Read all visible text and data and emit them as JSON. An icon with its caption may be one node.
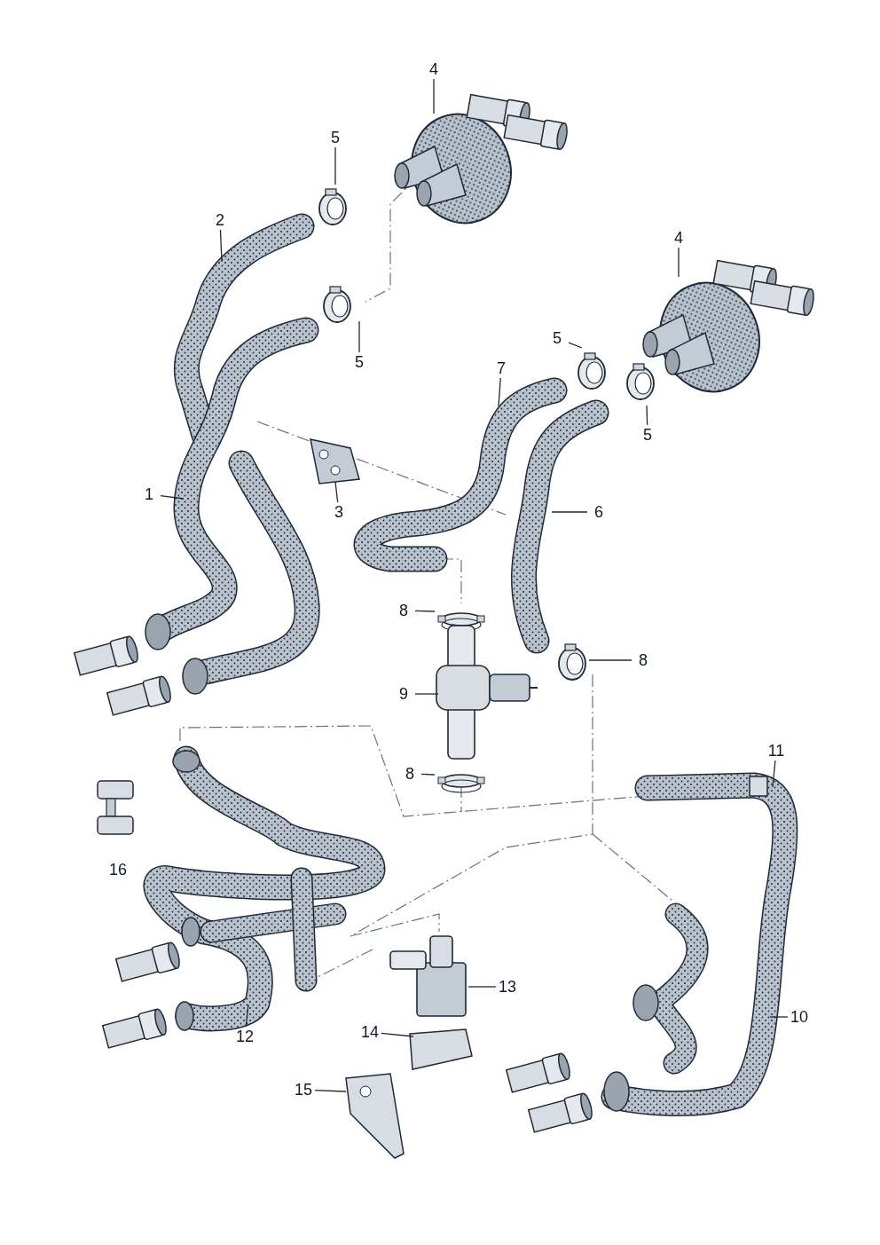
{
  "diagram": {
    "nodes": [
      {
        "text": [
          "4"
        ]
      },
      {
        "text": [
          "5"
        ]
      },
      {
        "text": [
          "2"
        ]
      },
      {
        "text": [
          "5"
        ]
      },
      {
        "text": [
          "4"
        ]
      },
      {
        "text": [
          "5"
        ]
      },
      {
        "text": [
          "7"
        ]
      },
      {
        "text": [
          "5"
        ]
      },
      {
        "text": [
          "1"
        ]
      },
      {
        "text": [
          "3"
        ]
      },
      {
        "text": [
          "6"
        ]
      },
      {
        "text": [
          "8"
        ]
      },
      {
        "text": [
          "8"
        ]
      },
      {
        "text": [
          "9"
        ]
      },
      {
        "text": [
          "8"
        ]
      },
      {
        "text": [
          "11"
        ]
      },
      {
        "text": [
          "13"
        ]
      },
      {
        "text": [
          "12"
        ]
      },
      {
        "text": [
          "10"
        ]
      },
      {
        "text": [
          "14"
        ]
      },
      {
        "text": [
          "15"
        ]
      }
    ],
    "edges": [
      {
        "from": 0,
        "to": null,
        "arrow": "none"
      },
      {
        "from": 1,
        "to": null,
        "arrow": "none"
      },
      {
        "from": 2,
        "to": null,
        "arrow": "none"
      },
      {
        "from": 3,
        "to": null,
        "arrow": "none"
      },
      {
        "from": 4,
        "to": null,
        "arrow": "none"
      },
      {
        "from": 5,
        "to": null,
        "arrow": "none"
      },
      {
        "from": 6,
        "to": null,
        "arrow": "none"
      },
      {
        "from": 7,
        "to": null,
        "arrow": "none"
      },
      {
        "from": 8,
        "to": null,
        "arrow": "none"
      },
      {
        "from": 9,
        "to": null,
        "arrow": "none"
      },
      {
        "from": 10,
        "to": null,
        "arrow": "none"
      },
      {
        "from": 11,
        "to": null,
        "arrow": "none"
      },
      {
        "from": 12,
        "to": null,
        "arrow": "none"
      },
      {
        "from": 13,
        "to": null,
        "arrow": "none"
      },
      {
        "from": 14,
        "to": null,
        "arrow": "none"
      },
      {
        "from": 15,
        "to": null,
        "arrow": "none"
      },
      {
        "from": 16,
        "to": null,
        "arrow": "none"
      },
      {
        "from": 17,
        "to": null,
        "arrow": "none"
      },
      {
        "from": 18,
        "to": null,
        "arrow": "none"
      },
      {
        "from": 19,
        "to": null,
        "arrow": "none"
      },
      {
        "from": 20,
        "to": null,
        "arrow": "none"
      }
    ],
    "labels": [
      "16"
    ]
  }
}
